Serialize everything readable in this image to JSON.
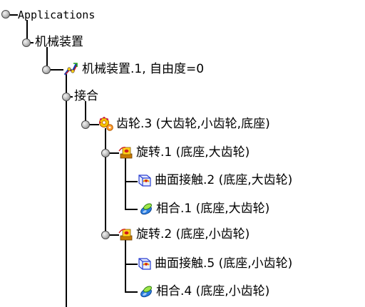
{
  "tree": {
    "root": {
      "label": "Applications",
      "icon": "tree-node-knob"
    },
    "mechanism_group": {
      "label": "机械装置"
    },
    "mechanism": {
      "label": "机械装置.1, 自由度=0",
      "icon": "mechanism-icon"
    },
    "joints_group": {
      "label": "接合"
    },
    "gear_joint": {
      "label": "齿轮.3 (大齿轮,小齿轮,底座)",
      "icon": "gear-joint-icon"
    },
    "revolute_1": {
      "label": "旋转.1 (底座,大齿轮)",
      "icon": "revolute-joint-icon"
    },
    "surface_contact_2": {
      "label": "曲面接触.2 (底座,大齿轮)",
      "icon": "surface-contact-icon"
    },
    "coincidence_1": {
      "label": "相合.1 (底座,大齿轮)",
      "icon": "coincidence-icon"
    },
    "revolute_2": {
      "label": "旋转.2 (底座,小齿轮)",
      "icon": "revolute-joint-icon"
    },
    "surface_contact_5": {
      "label": "曲面接触.5 (底座,小齿轮)",
      "icon": "surface-contact-icon"
    },
    "coincidence_4": {
      "label": "相合.4 (底座,小齿轮)",
      "icon": "coincidence-icon"
    }
  }
}
